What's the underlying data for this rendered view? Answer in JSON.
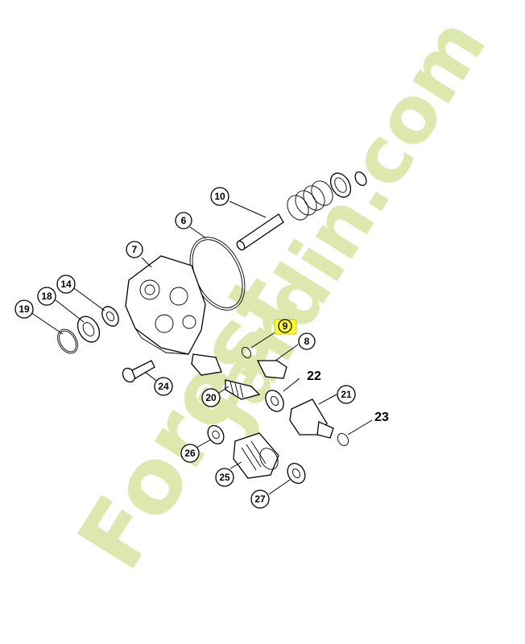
{
  "diagram": {
    "highlight_color": "#ffff33",
    "parts": [
      {
        "label": "6"
      },
      {
        "label": "7"
      },
      {
        "label": "8"
      },
      {
        "label": "9",
        "highlighted": true
      },
      {
        "label": "10"
      },
      {
        "label": "14"
      },
      {
        "label": "18"
      },
      {
        "label": "19"
      },
      {
        "label": "20"
      },
      {
        "label": "21"
      },
      {
        "label": "22"
      },
      {
        "label": "23"
      },
      {
        "label": "24"
      },
      {
        "label": "25"
      },
      {
        "label": "26"
      },
      {
        "label": "27"
      }
    ]
  },
  "watermark": {
    "text_a": "Forest",
    "text_b": "Jardin.com",
    "color_a": "#f3c07a",
    "color_b": "#d9e6a4",
    "color_c": "#d8d2c8"
  }
}
